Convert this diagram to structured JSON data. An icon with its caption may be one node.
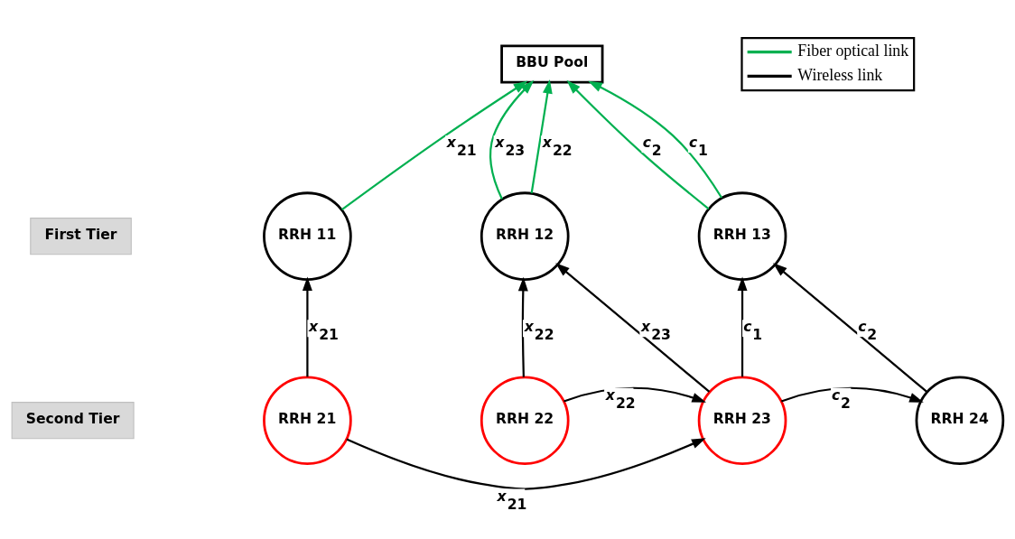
{
  "diagram": {
    "nodes": [
      {
        "text": [
          "BBU Pool"
        ]
      },
      {
        "text": [
          "First Tier"
        ]
      },
      {
        "text": [
          "Second Tier"
        ]
      },
      {
        "text": [
          "RRH 11"
        ]
      },
      {
        "text": [
          "RRH 12"
        ]
      },
      {
        "text": [
          "RRH 13"
        ]
      },
      {
        "text": [
          "RRH 21"
        ]
      },
      {
        "text": [
          "RRH 22"
        ]
      },
      {
        "text": [
          "RRH 23"
        ]
      },
      {
        "text": [
          "RRH 24"
        ]
      }
    ],
    "edges": [
      {
        "from": 3,
        "to": 0,
        "arrow": "to",
        "label": "x$_{21}$",
        "color": "#00b050"
      },
      {
        "from": 4,
        "to": 0,
        "arrow": "to",
        "label": "x$_{22}$",
        "color": "#00b050"
      },
      {
        "from": 4,
        "to": 0,
        "arrow": "to",
        "label": "x$_{23}$",
        "color": "#00b050"
      },
      {
        "from": 5,
        "to": 0,
        "arrow": "to",
        "label": "c$_{1}$",
        "color": "#00b050"
      },
      {
        "from": 5,
        "to": 0,
        "arrow": "to",
        "label": "c$_{2}$",
        "color": "#00b050"
      },
      {
        "from": 6,
        "to": 3,
        "arrow": "to",
        "label": "x$_{21}$"
      },
      {
        "from": 7,
        "to": 4,
        "arrow": "to",
        "label": "x$_{22}$"
      },
      {
        "from": 8,
        "to": 4,
        "arrow": "to",
        "label": "x$_{23}$"
      },
      {
        "from": 8,
        "to": 5,
        "arrow": "to",
        "label": "c$_{1}$"
      },
      {
        "from": 8,
        "to": 9,
        "arrow": "to",
        "label": "c$_{2}$"
      },
      {
        "from": 7,
        "to": 8,
        "arrow": "to",
        "label": "x$_{22}$"
      },
      {
        "from": 9,
        "to": 5,
        "arrow": "to",
        "label": "c$_{2}$"
      },
      {
        "from": 6,
        "to": 8,
        "arrow": "to",
        "label": "x$_{21}$"
      }
    ],
    "legend": [
      {
        "text": "Fiber optical link"
      },
      {
        "text": "Wireless link"
      }
    ]
  }
}
